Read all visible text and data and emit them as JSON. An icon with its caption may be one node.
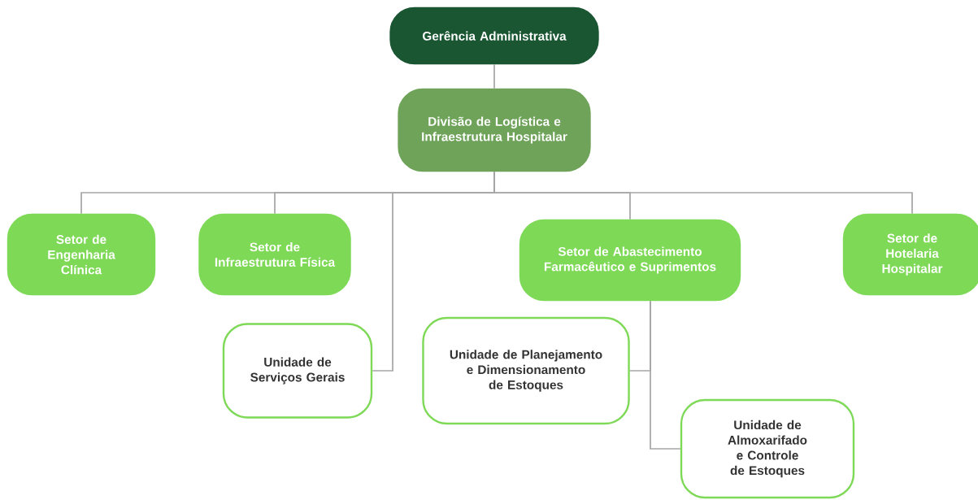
{
  "diagram": {
    "nodes": [
      {
        "text": [
          "Gerência Administrativa"
        ]
      },
      {
        "text": [
          "Divisão de Logística e Infraestrutura Hospitalar"
        ]
      },
      {
        "text": [
          "Setor de Engenharia Clínica"
        ]
      },
      {
        "text": [
          "Setor de Infraestrutura Física"
        ]
      },
      {
        "text": [
          "Setor de Abastecimento Farmacêutico e Suprimentos"
        ]
      },
      {
        "text": [
          "Setor de Hotelaria Hospitalar"
        ]
      },
      {
        "text": [
          "Unidade de Serviços Gerais"
        ]
      },
      {
        "text": [
          "Unidade de Planejamento e Dimensionamento de Estoques"
        ]
      },
      {
        "text": [
          "Unidade de Almoxarifado e Controle de Estoques"
        ]
      }
    ],
    "edges": [
      {
        "from": 0,
        "to": 1,
        "arrow": "none"
      },
      {
        "from": 1,
        "to": 2,
        "arrow": "none"
      },
      {
        "from": 1,
        "to": 3,
        "arrow": "none"
      },
      {
        "from": 1,
        "to": 6,
        "arrow": "none"
      },
      {
        "from": 1,
        "to": 4,
        "arrow": "none"
      },
      {
        "from": 1,
        "to": 5,
        "arrow": "none"
      },
      {
        "from": 4,
        "to": 7,
        "arrow": "none"
      },
      {
        "from": 4,
        "to": 8,
        "arrow": "none"
      }
    ]
  }
}
